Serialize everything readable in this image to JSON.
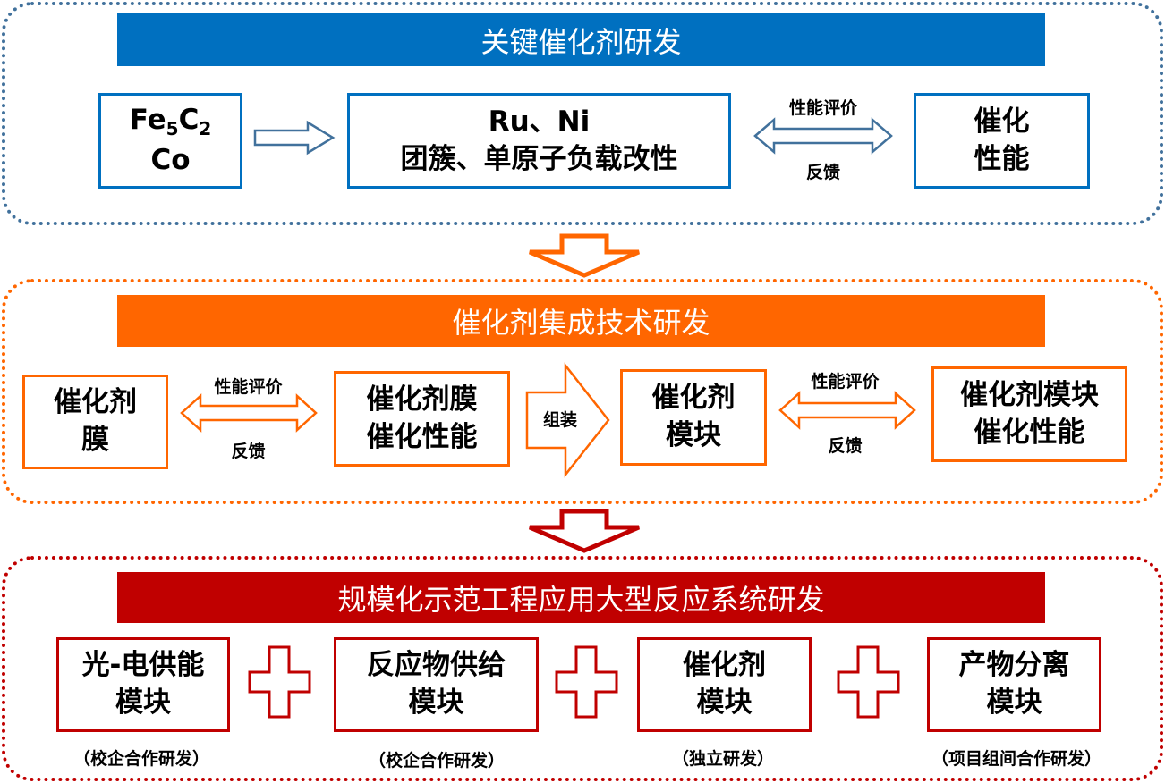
{
  "colors": {
    "blue": "#0070c0",
    "orange": "#ff6600",
    "red": "#c00000"
  },
  "section1": {
    "title": "关键催化剂研发",
    "box1": {
      "line1_main": "Fe",
      "line1_sub1": "5",
      "line1_c": "C",
      "line1_sub2": "2",
      "line2": "Co"
    },
    "box2": {
      "line1": "Ru、Ni",
      "line2": "团簇、单原子负载改性"
    },
    "arrow_top": "性能评价",
    "arrow_bottom": "反馈",
    "box3": {
      "line1": "催化",
      "line2": "性能"
    }
  },
  "section2": {
    "title": "催化剂集成技术研发",
    "box1": {
      "line1": "催化剂",
      "line2": "膜"
    },
    "arrow1_top": "性能评价",
    "arrow1_bottom": "反馈",
    "box2": {
      "line1": "催化剂膜",
      "line2": "催化性能"
    },
    "assemble": "组装",
    "box3": {
      "line1": "催化剂",
      "line2": "模块"
    },
    "arrow2_top": "性能评价",
    "arrow2_bottom": "反馈",
    "box4": {
      "line1": "催化剂模块",
      "line2": "催化性能"
    }
  },
  "section3": {
    "title": "规模化示范工程应用大型反应系统研发",
    "modules": [
      {
        "line1": "光-电供能",
        "line2": "模块",
        "caption": "（校企合作研发）"
      },
      {
        "line1": "反应物供给",
        "line2": "模块",
        "caption": "（校企合作研发）"
      },
      {
        "line1": "催化剂",
        "line2": "模块",
        "caption": "（独立研发）"
      },
      {
        "line1": "产物分离",
        "line2": "模块",
        "caption": "（项目组间合作研发）"
      }
    ]
  }
}
